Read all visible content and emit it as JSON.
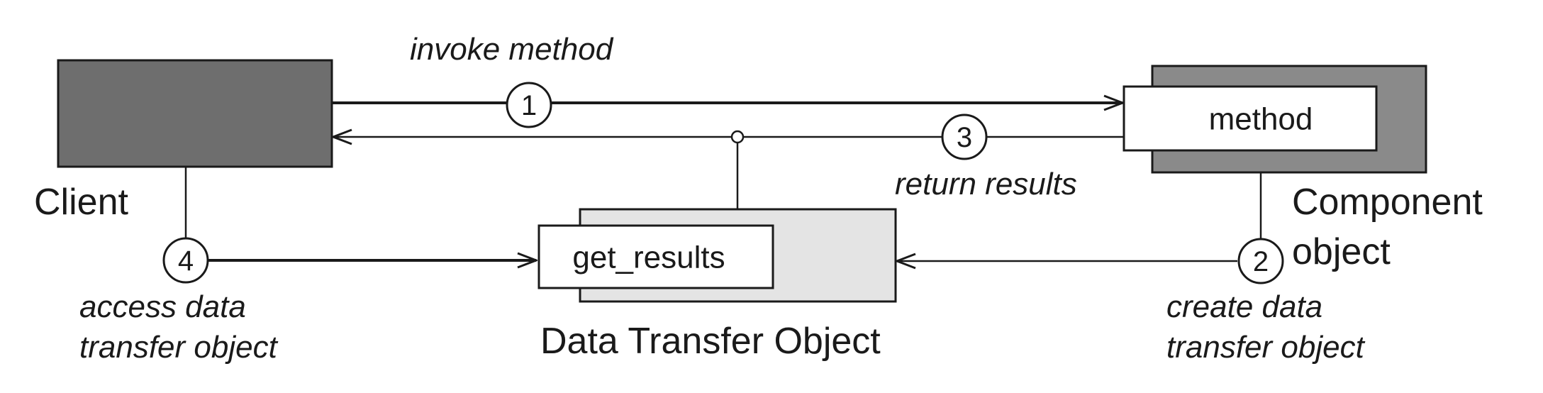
{
  "nodes": {
    "client": "Client",
    "component_line1": "Component",
    "component_line2": "object",
    "method": "method",
    "get_results": "get_results",
    "dto": "Data Transfer Object"
  },
  "steps": [
    {
      "num": "1",
      "label_lines": [
        "invoke method"
      ]
    },
    {
      "num": "2",
      "label_lines": [
        "create data",
        "transfer object"
      ]
    },
    {
      "num": "3",
      "label_lines": [
        "return results"
      ]
    },
    {
      "num": "4",
      "label_lines": [
        "access data",
        "transfer object"
      ]
    }
  ],
  "colors": {
    "client_fill": "#6e6e6e",
    "component_fill": "#8a8a8a",
    "dto_fill": "#e4e4e4",
    "line": "#1a1a1a"
  }
}
